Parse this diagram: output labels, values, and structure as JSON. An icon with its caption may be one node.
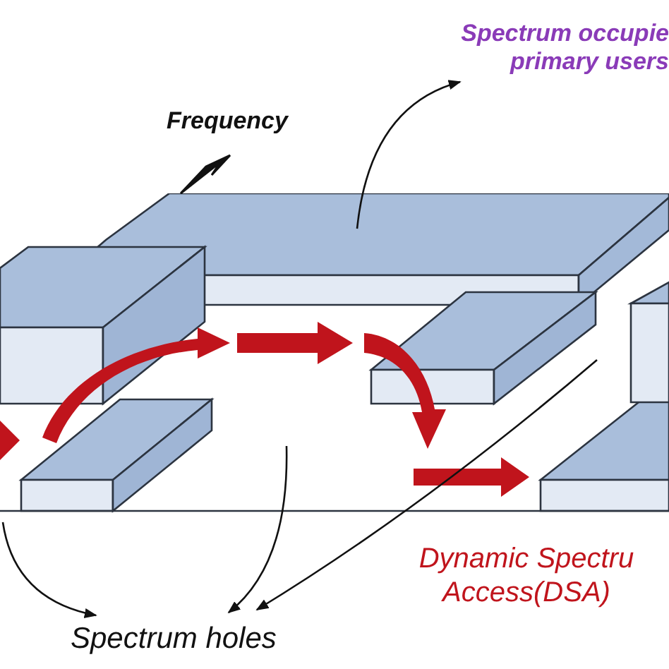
{
  "diagram": {
    "nodes": [
      {
        "text": [
          "Frequency"
        ]
      },
      {
        "text": [
          "Spectrum occupie primary users"
        ]
      },
      {
        "text": [],
        "shape": "box"
      },
      {
        "text": [
          "Spectrum holes"
        ]
      },
      {
        "text": [
          "Dynamic Spectru Access(DSA)"
        ]
      }
    ],
    "edges": [
      {
        "from": 2,
        "to": 1,
        "arrow": "to"
      },
      {
        "from": null,
        "to": 3,
        "arrow": "to"
      },
      {
        "from": null,
        "to": 3,
        "arrow": "to"
      },
      {
        "from": null,
        "to": 3,
        "arrow": "to"
      }
    ]
  }
}
